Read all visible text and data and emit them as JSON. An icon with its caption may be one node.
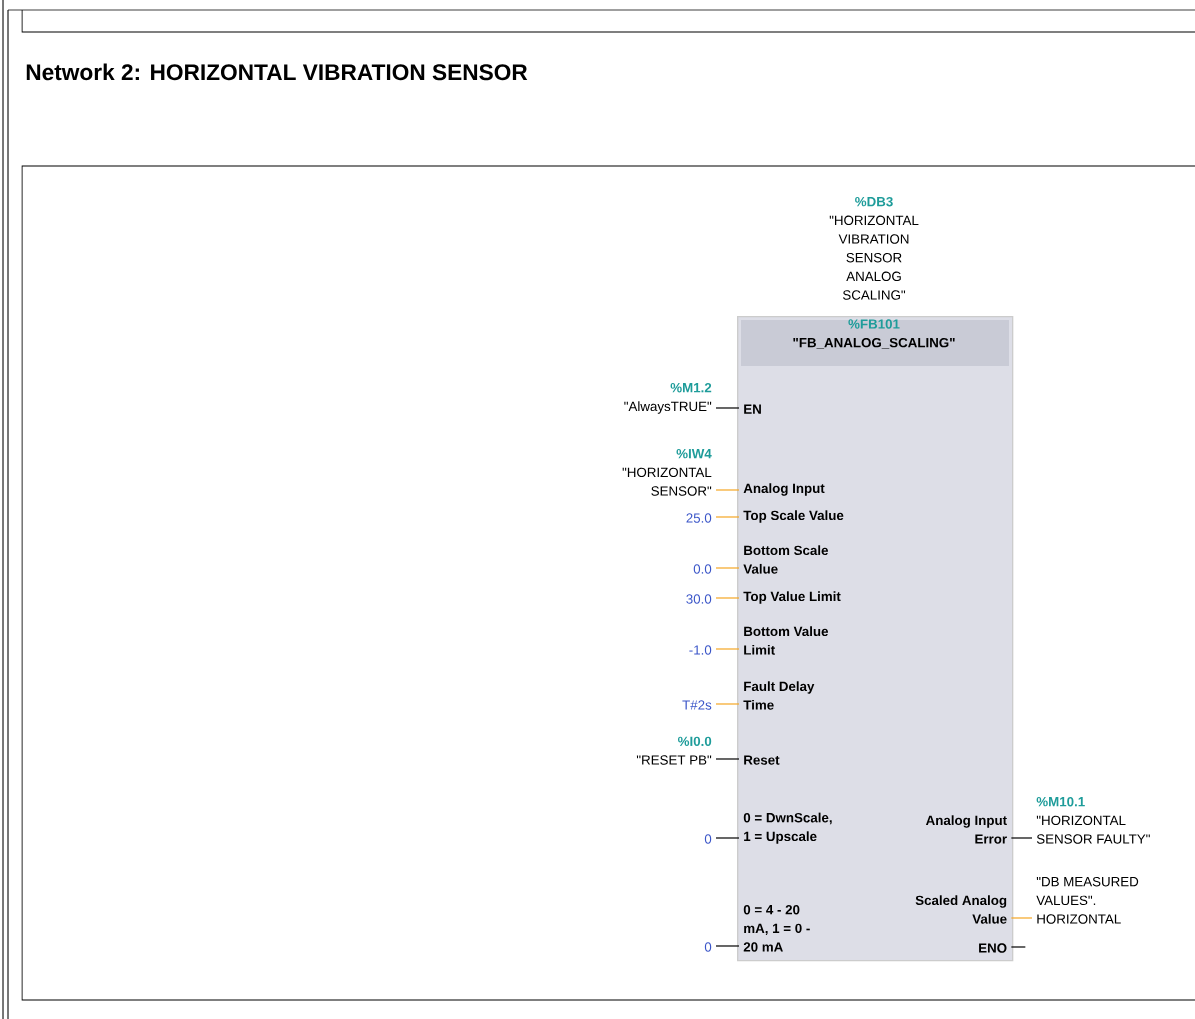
{
  "diagram": {
    "title": "Network 2: HORIZONTAL VIBRATION SENSOR",
    "nodes": [
      {
        "text": [
          "%FB101",
          "\"FB_ANALOG_SCALING\""
        ],
        "beside": [
          "%DB3",
          "\"HORIZONTAL VIBRATION SENSOR ANALOG SCALING\""
        ]
      },
      {
        "text": [
          "%M1.2",
          "\"AlwaysTRUE\""
        ]
      },
      {
        "text": [
          "EN"
        ],
        "in": 0
      },
      {
        "text": [
          "%IW4",
          "\"HORIZONTAL SENSOR\""
        ]
      },
      {
        "text": [
          "Analog Input"
        ],
        "in": 0
      },
      {
        "text": [
          "25.0"
        ]
      },
      {
        "text": [
          "Top Scale Value"
        ],
        "in": 0
      },
      {
        "text": [
          "0.0"
        ]
      },
      {
        "text": [
          "Bottom Scale Value"
        ],
        "in": 0
      },
      {
        "text": [
          "30.0"
        ]
      },
      {
        "text": [
          "Top Value Limit"
        ],
        "in": 0
      },
      {
        "text": [
          "-1.0"
        ]
      },
      {
        "text": [
          "Bottom Value Limit"
        ],
        "in": 0
      },
      {
        "text": [
          "T#2s"
        ]
      },
      {
        "text": [
          "Fault Delay Time"
        ],
        "in": 0
      },
      {
        "text": [
          "%I0.0",
          "\"RESET PB\""
        ]
      },
      {
        "text": [
          "Reset"
        ],
        "in": 0
      },
      {
        "text": [
          "0"
        ]
      },
      {
        "text": [
          "0 = DwnScale, 1 = Upscale"
        ],
        "in": 0
      },
      {
        "text": [
          "Analog Input Error"
        ],
        "in": 0
      },
      {
        "text": [
          "%M10.1",
          "\"HORIZONTAL SENSOR FAULTY\""
        ]
      },
      {
        "text": [
          "0"
        ]
      },
      {
        "text": [
          "0 = 4 - 20 mA, 1 = 0 - 20 mA"
        ],
        "in": 0
      },
      {
        "text": [
          "Scaled Analog Value"
        ],
        "in": 0
      },
      {
        "text": [
          "\"DB MEASURED VALUES\". HORIZONTAL"
        ]
      },
      {
        "text": [
          "ENO"
        ],
        "in": 0
      }
    ],
    "edges": [
      {
        "from": 1,
        "to": 2,
        "arrow": "none",
        "color": "#000000"
      },
      {
        "from": 3,
        "to": 4,
        "arrow": "none"
      },
      {
        "from": 5,
        "to": 6,
        "arrow": "none"
      },
      {
        "from": 7,
        "to": 8,
        "arrow": "none"
      },
      {
        "from": 9,
        "to": 10,
        "arrow": "none"
      },
      {
        "from": 11,
        "to": 12,
        "arrow": "none"
      },
      {
        "from": 13,
        "to": 14,
        "arrow": "none"
      },
      {
        "from": 15,
        "to": 16,
        "arrow": "none",
        "color": "#000000"
      },
      {
        "from": 17,
        "to": 18,
        "arrow": "none",
        "color": "#000000"
      },
      {
        "from": 19,
        "to": 20,
        "arrow": "none",
        "color": "#000000"
      },
      {
        "from": 21,
        "to": 22,
        "arrow": "none",
        "color": "#000000"
      },
      {
        "from": 23,
        "to": 24,
        "arrow": "none"
      },
      {
        "from": 25,
        "to": null,
        "arrow": "none",
        "color": "#000000"
      }
    ]
  }
}
